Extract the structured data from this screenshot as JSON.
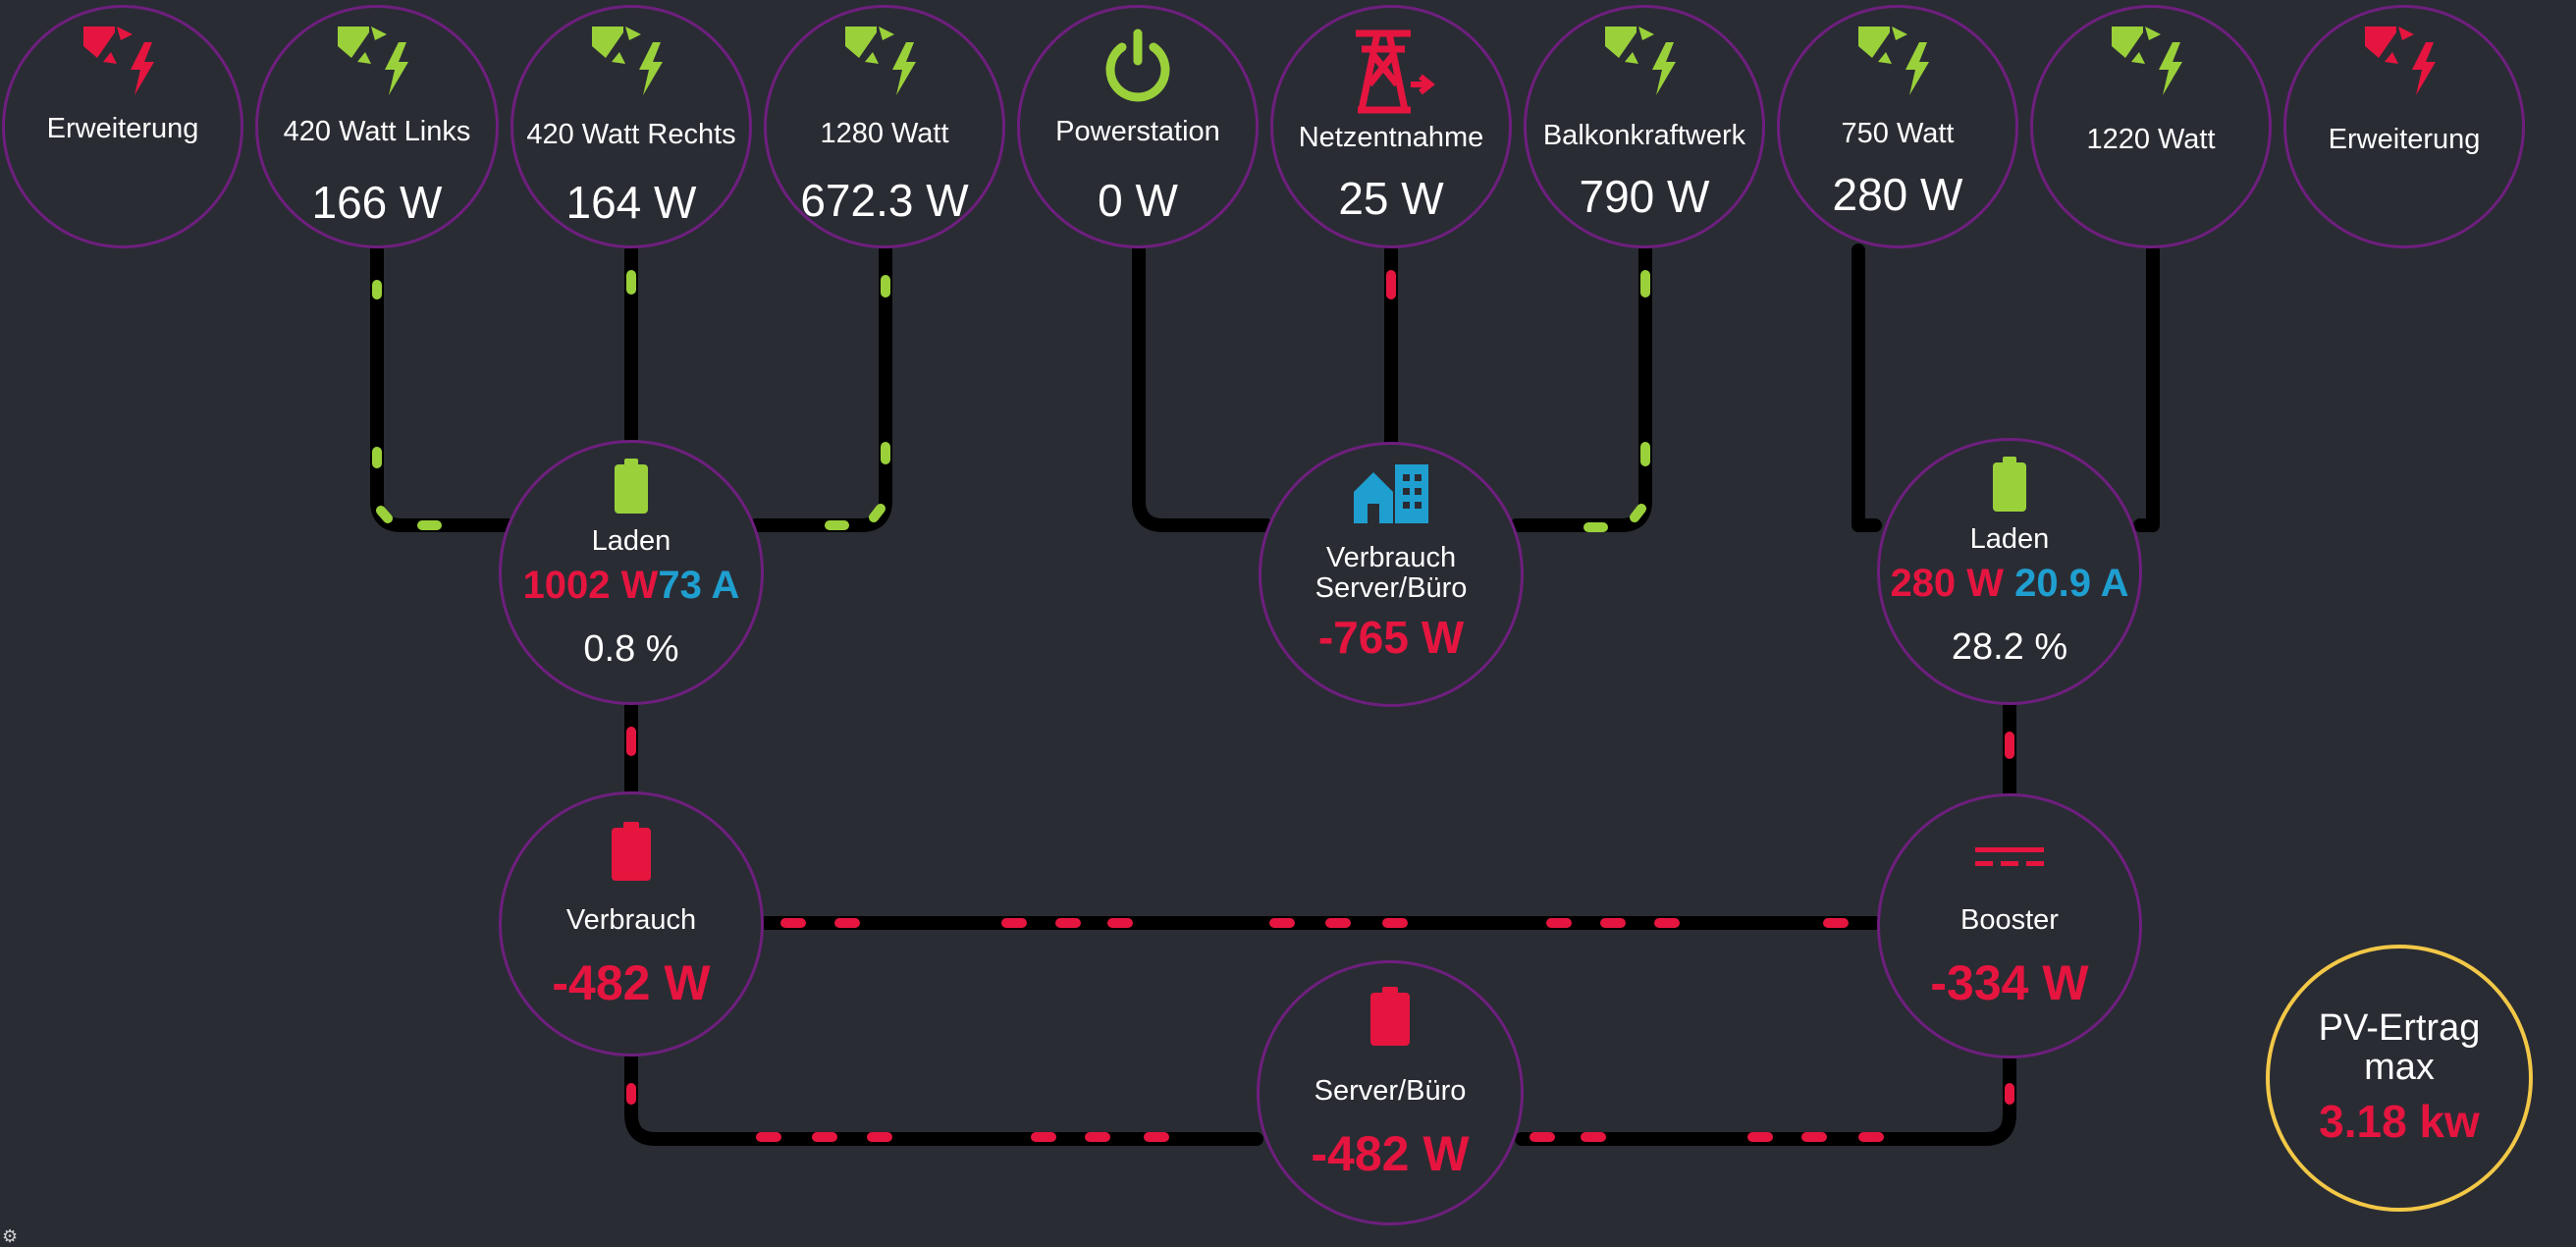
{
  "sources": [
    {
      "id": "erw1",
      "label": "Erweiterung",
      "value": "",
      "icon": "solar-panel-lightning-icon",
      "color": "#e5153f"
    },
    {
      "id": "l420",
      "label": "420 Watt Links",
      "value": "166 W",
      "icon": "solar-panel-lightning-icon",
      "color": "#9ad13a"
    },
    {
      "id": "r420",
      "label": "420 Watt Rechts",
      "value": "164 W",
      "icon": "solar-panel-lightning-icon",
      "color": "#9ad13a"
    },
    {
      "id": "w1280",
      "label": "1280 Watt",
      "value": "672.3 W",
      "icon": "solar-panel-lightning-icon",
      "color": "#9ad13a"
    },
    {
      "id": "ps",
      "label": "Powerstation",
      "value": "0 W",
      "icon": "power-icon",
      "color": "#9ad13a"
    },
    {
      "id": "netz",
      "label": "Netzentnahme",
      "value": "25 W",
      "icon": "transmission-tower-icon",
      "color": "#e5153f"
    },
    {
      "id": "balkon",
      "label": "Balkonkraftwerk",
      "value": "790 W",
      "icon": "solar-panel-lightning-icon",
      "color": "#9ad13a"
    },
    {
      "id": "w750",
      "label": "750 Watt",
      "value": "280 W",
      "icon": "solar-panel-lightning-icon",
      "color": "#9ad13a"
    },
    {
      "id": "w1220",
      "label": "1220 Watt",
      "value": "",
      "icon": "solar-panel-lightning-icon",
      "color": "#9ad13a"
    },
    {
      "id": "erw2",
      "label": "Erweiterung",
      "value": "",
      "icon": "solar-panel-lightning-icon",
      "color": "#e5153f"
    }
  ],
  "battery_left": {
    "label": "Laden",
    "power": "1002 W",
    "current": "73 A",
    "soc": "0.8 %",
    "icon": "battery-icon",
    "color": "#9ad13a"
  },
  "consumption_center": {
    "label_line1": "Verbrauch",
    "label_line2": "Server/Büro",
    "value": "-765 W",
    "icon": "home-building-icon",
    "color": "#1f9fd0"
  },
  "battery_right": {
    "label": "Laden",
    "power": "280 W",
    "current": "20.9 A",
    "soc": "28.2 %",
    "icon": "battery-icon",
    "color": "#9ad13a"
  },
  "verbrauch_left": {
    "label": "Verbrauch",
    "value": "-482 W",
    "icon": "battery-icon",
    "color": "#e5153f"
  },
  "booster": {
    "label": "Booster",
    "value": "-334 W",
    "icon": "dc-symbol-icon",
    "color": "#e5153f"
  },
  "server_buero": {
    "label": "Server/Büro",
    "value": "-482 W",
    "icon": "battery-icon",
    "color": "#e5153f"
  },
  "pv_max": {
    "label_line1": "PV-Ertrag",
    "label_line2": "max",
    "value": "3.18 kw",
    "color": "#f3c847"
  },
  "colors": {
    "accent_green": "#9ad13a",
    "accent_red": "#e5153f",
    "accent_blue": "#1f9fd0",
    "ring_purple": "#6e1f7e",
    "background": "#2a2c34",
    "wire": "#000000"
  }
}
